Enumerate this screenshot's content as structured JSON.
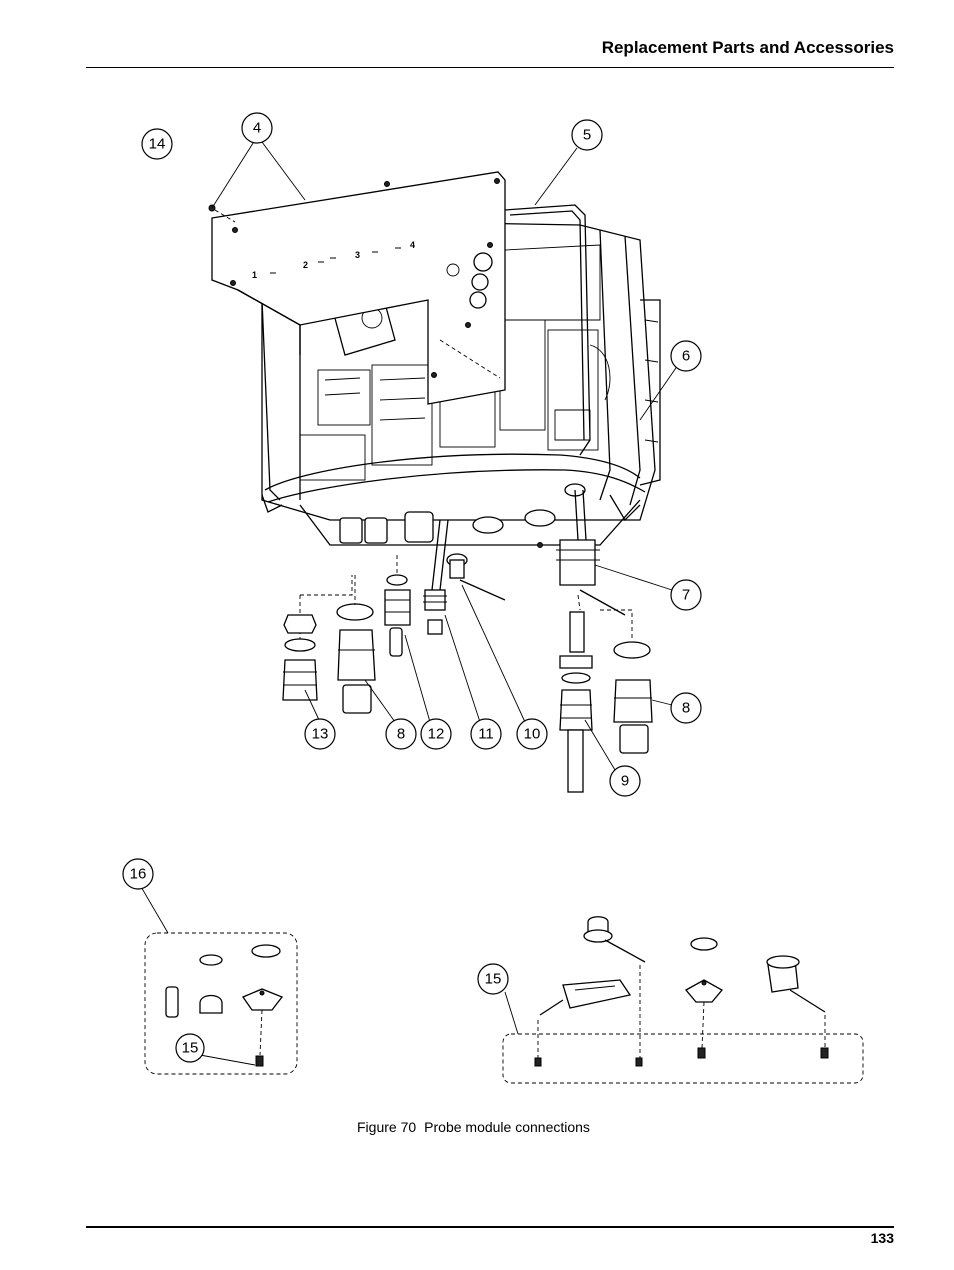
{
  "header": {
    "title": "Replacement Parts and Accessories"
  },
  "figure": {
    "caption_number": "Figure 70",
    "caption_text": "Probe module connections",
    "panel_digits": [
      "1",
      "2",
      "3",
      "4"
    ],
    "callouts": {
      "c4": "4",
      "c5": "5",
      "c6": "6",
      "c7": "7",
      "c8a": "8",
      "c8b": "8",
      "c9": "9",
      "c10": "10",
      "c11": "11",
      "c12": "12",
      "c13": "13",
      "c14": "14",
      "c15a": "15",
      "c15b": "15",
      "c16": "16"
    }
  },
  "footer": {
    "page_number": "133"
  }
}
